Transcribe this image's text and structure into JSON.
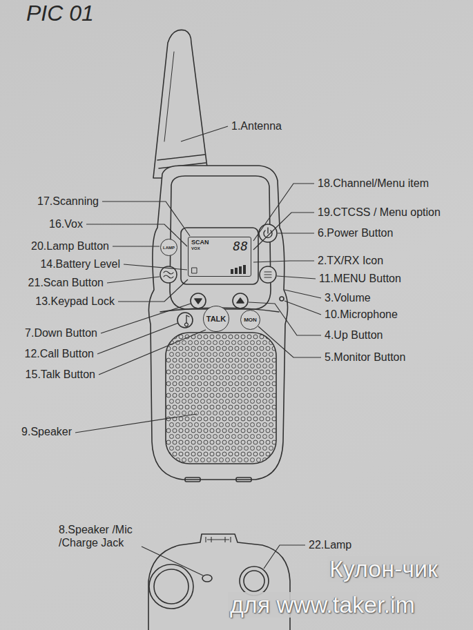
{
  "diagram": {
    "title": "PIC 01",
    "nodes": [
      {
        "text": [
          "SCAN",
          "VOX",
          "88"
        ]
      },
      {
        "text": [
          "LAMP"
        ]
      },
      {
        "text": [
          "TALK"
        ]
      },
      {
        "text": [
          "MON"
        ]
      }
    ],
    "labels": [
      "1.Antenna",
      "18.Channel/Menu item",
      "17.Scanning",
      "19.CTCSS / Menu option",
      "16.Vox",
      "6.Power Button",
      "20.Lamp Button",
      "2.TX/RX Icon",
      "14.Battery Level",
      "11.MENU Button",
      "21.Scan Button",
      "3.Volume",
      "13.Keypad Lock",
      "10.Microphone",
      "7.Down Button",
      "4.Up Button",
      "12.Call Button",
      "5.Monitor Button",
      "15.Talk Button",
      "9.Speaker",
      "8.Speaker /Mic /Charge Jack",
      "22.Lamp",
      "Кулон-чик",
      "для www.taker.im"
    ]
  }
}
